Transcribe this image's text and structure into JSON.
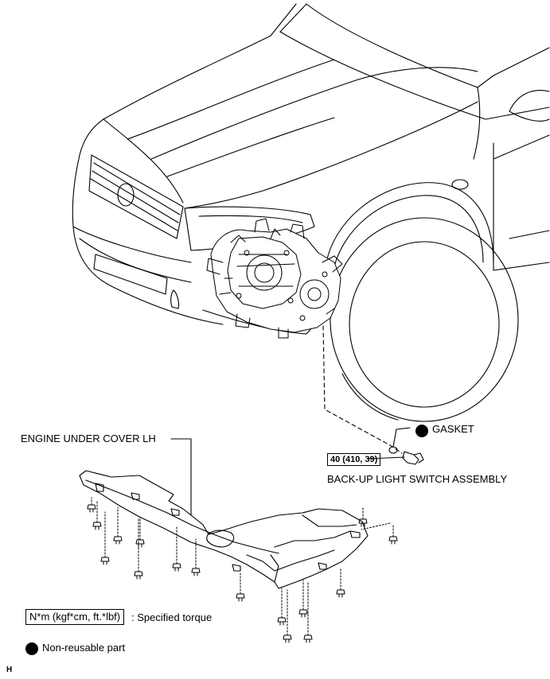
{
  "labels": {
    "engine_under_cover": "ENGINE UNDER COVER LH",
    "gasket": "GASKET",
    "switch_assembly": "BACK-UP LIGHT SWITCH ASSEMBLY",
    "switch_torque": "40 (410, 39)"
  },
  "legend": {
    "torque_units": "N*m (kgf*cm, ft.*lbf)",
    "torque_desc": ": Specified torque",
    "non_reusable": "Non-reusable part"
  },
  "corner_mark": "H",
  "icons": {
    "non_reusable": "filled-circle-icon"
  },
  "colors": {
    "line": "#000000",
    "background": "#ffffff"
  }
}
